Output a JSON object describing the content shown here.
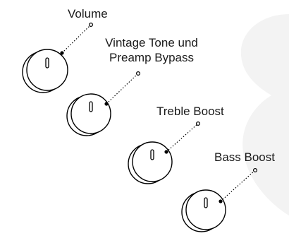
{
  "colors": {
    "background": "#ffffff",
    "watermark": "#f3f3f3",
    "line": "#000000",
    "text": "#1a1a1a"
  },
  "knobs": [
    {
      "id": "volume",
      "label_lines": [
        "Volume"
      ]
    },
    {
      "id": "vintage-tone",
      "label_lines": [
        "Vintage Tone und",
        "Preamp Bypass"
      ]
    },
    {
      "id": "treble-boost",
      "label_lines": [
        "Treble Boost"
      ]
    },
    {
      "id": "bass-boost",
      "label_lines": [
        "Bass Boost"
      ]
    }
  ]
}
